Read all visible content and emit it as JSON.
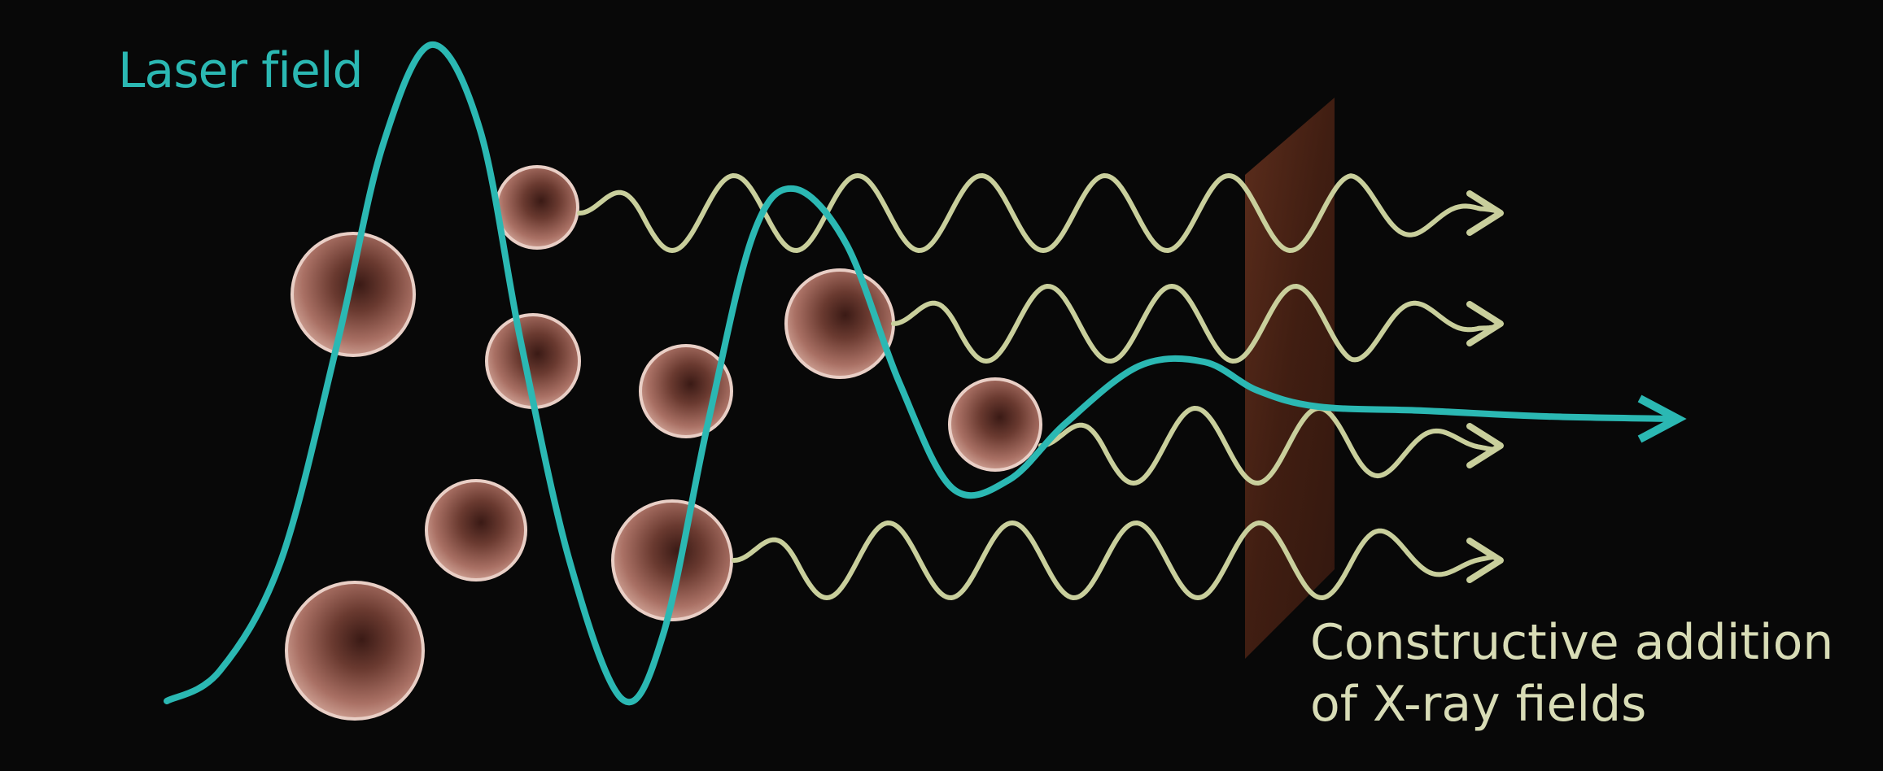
{
  "labels": {
    "laser_field": "Laser field",
    "caption_line1": "Constructive addition",
    "caption_line2": "of X-ray fields"
  },
  "colors": {
    "background": "#080808",
    "laser": "#2bb8b3",
    "xray": "#c9cf9c",
    "label_teal": "#2bb8b3",
    "label_cream": "#d8dcb6",
    "atom_core": "#4a2620",
    "atom_mid": "#8a5244",
    "atom_rim": "#e8c8bd",
    "plate": "#5a2818"
  }
}
